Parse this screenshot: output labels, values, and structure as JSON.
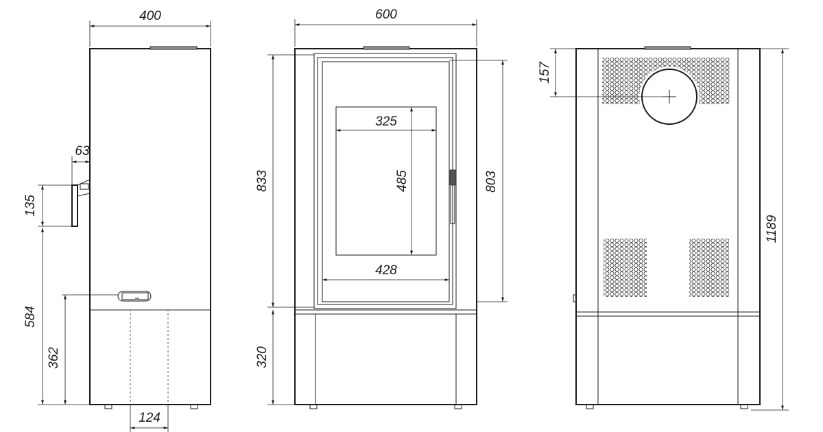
{
  "side_view": {
    "width": "400",
    "handle_offset": "63",
    "handle_height": "135",
    "handle_elevation": "584",
    "knob_elevation": "362",
    "inlet_width": "124"
  },
  "front_view": {
    "width": "600",
    "door_height": "833",
    "base_height": "320",
    "glass_width": "325",
    "glass_height": "485",
    "door_inner_width": "428",
    "door_inner_height": "803"
  },
  "rear_view": {
    "flue_offset": "157",
    "total_height": "1189"
  }
}
